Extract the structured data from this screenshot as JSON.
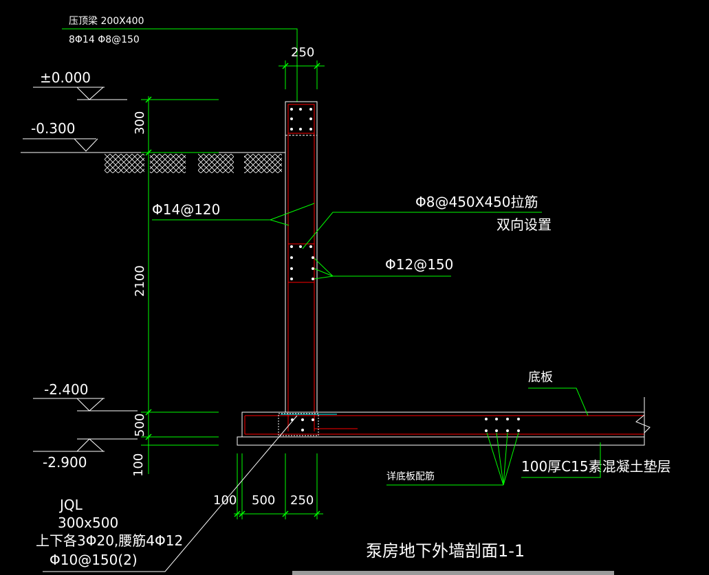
{
  "colors": {
    "background": "#000000",
    "outline": "#ffffff",
    "leader": "#00ff00",
    "rebar": "#ff0000",
    "rebar_dot": "#ffffff"
  },
  "top_beam": {
    "label": "压顶梁 200X400",
    "rebar": "8Φ14  Φ8@150"
  },
  "dims": {
    "wall_thickness": "250",
    "d300": "300",
    "d2100": "2100",
    "d500": "500",
    "d100": "100",
    "b100": "100",
    "b500": "500",
    "b250": "250"
  },
  "elevations": {
    "e0": "±0.000",
    "e1": "-0.300",
    "e2": "-2.400",
    "e3": "-2.900"
  },
  "annotations": {
    "wall_rebar": "Φ14@120",
    "tie": "Φ8@450X450拉筋",
    "tie_note": "双向设置",
    "column_rebar": "Φ12@150",
    "slab": "底板",
    "slab_rebar": "详底板配筋",
    "cushion": "100厚C15素混凝土垫层"
  },
  "beam_jql": {
    "name": "JQL",
    "size": "300x500",
    "main": "上下各3Φ20,腰筋4Φ12",
    "stirrup": "Φ10@150(2)"
  },
  "title": "泵房地下外墙剖面1-1"
}
